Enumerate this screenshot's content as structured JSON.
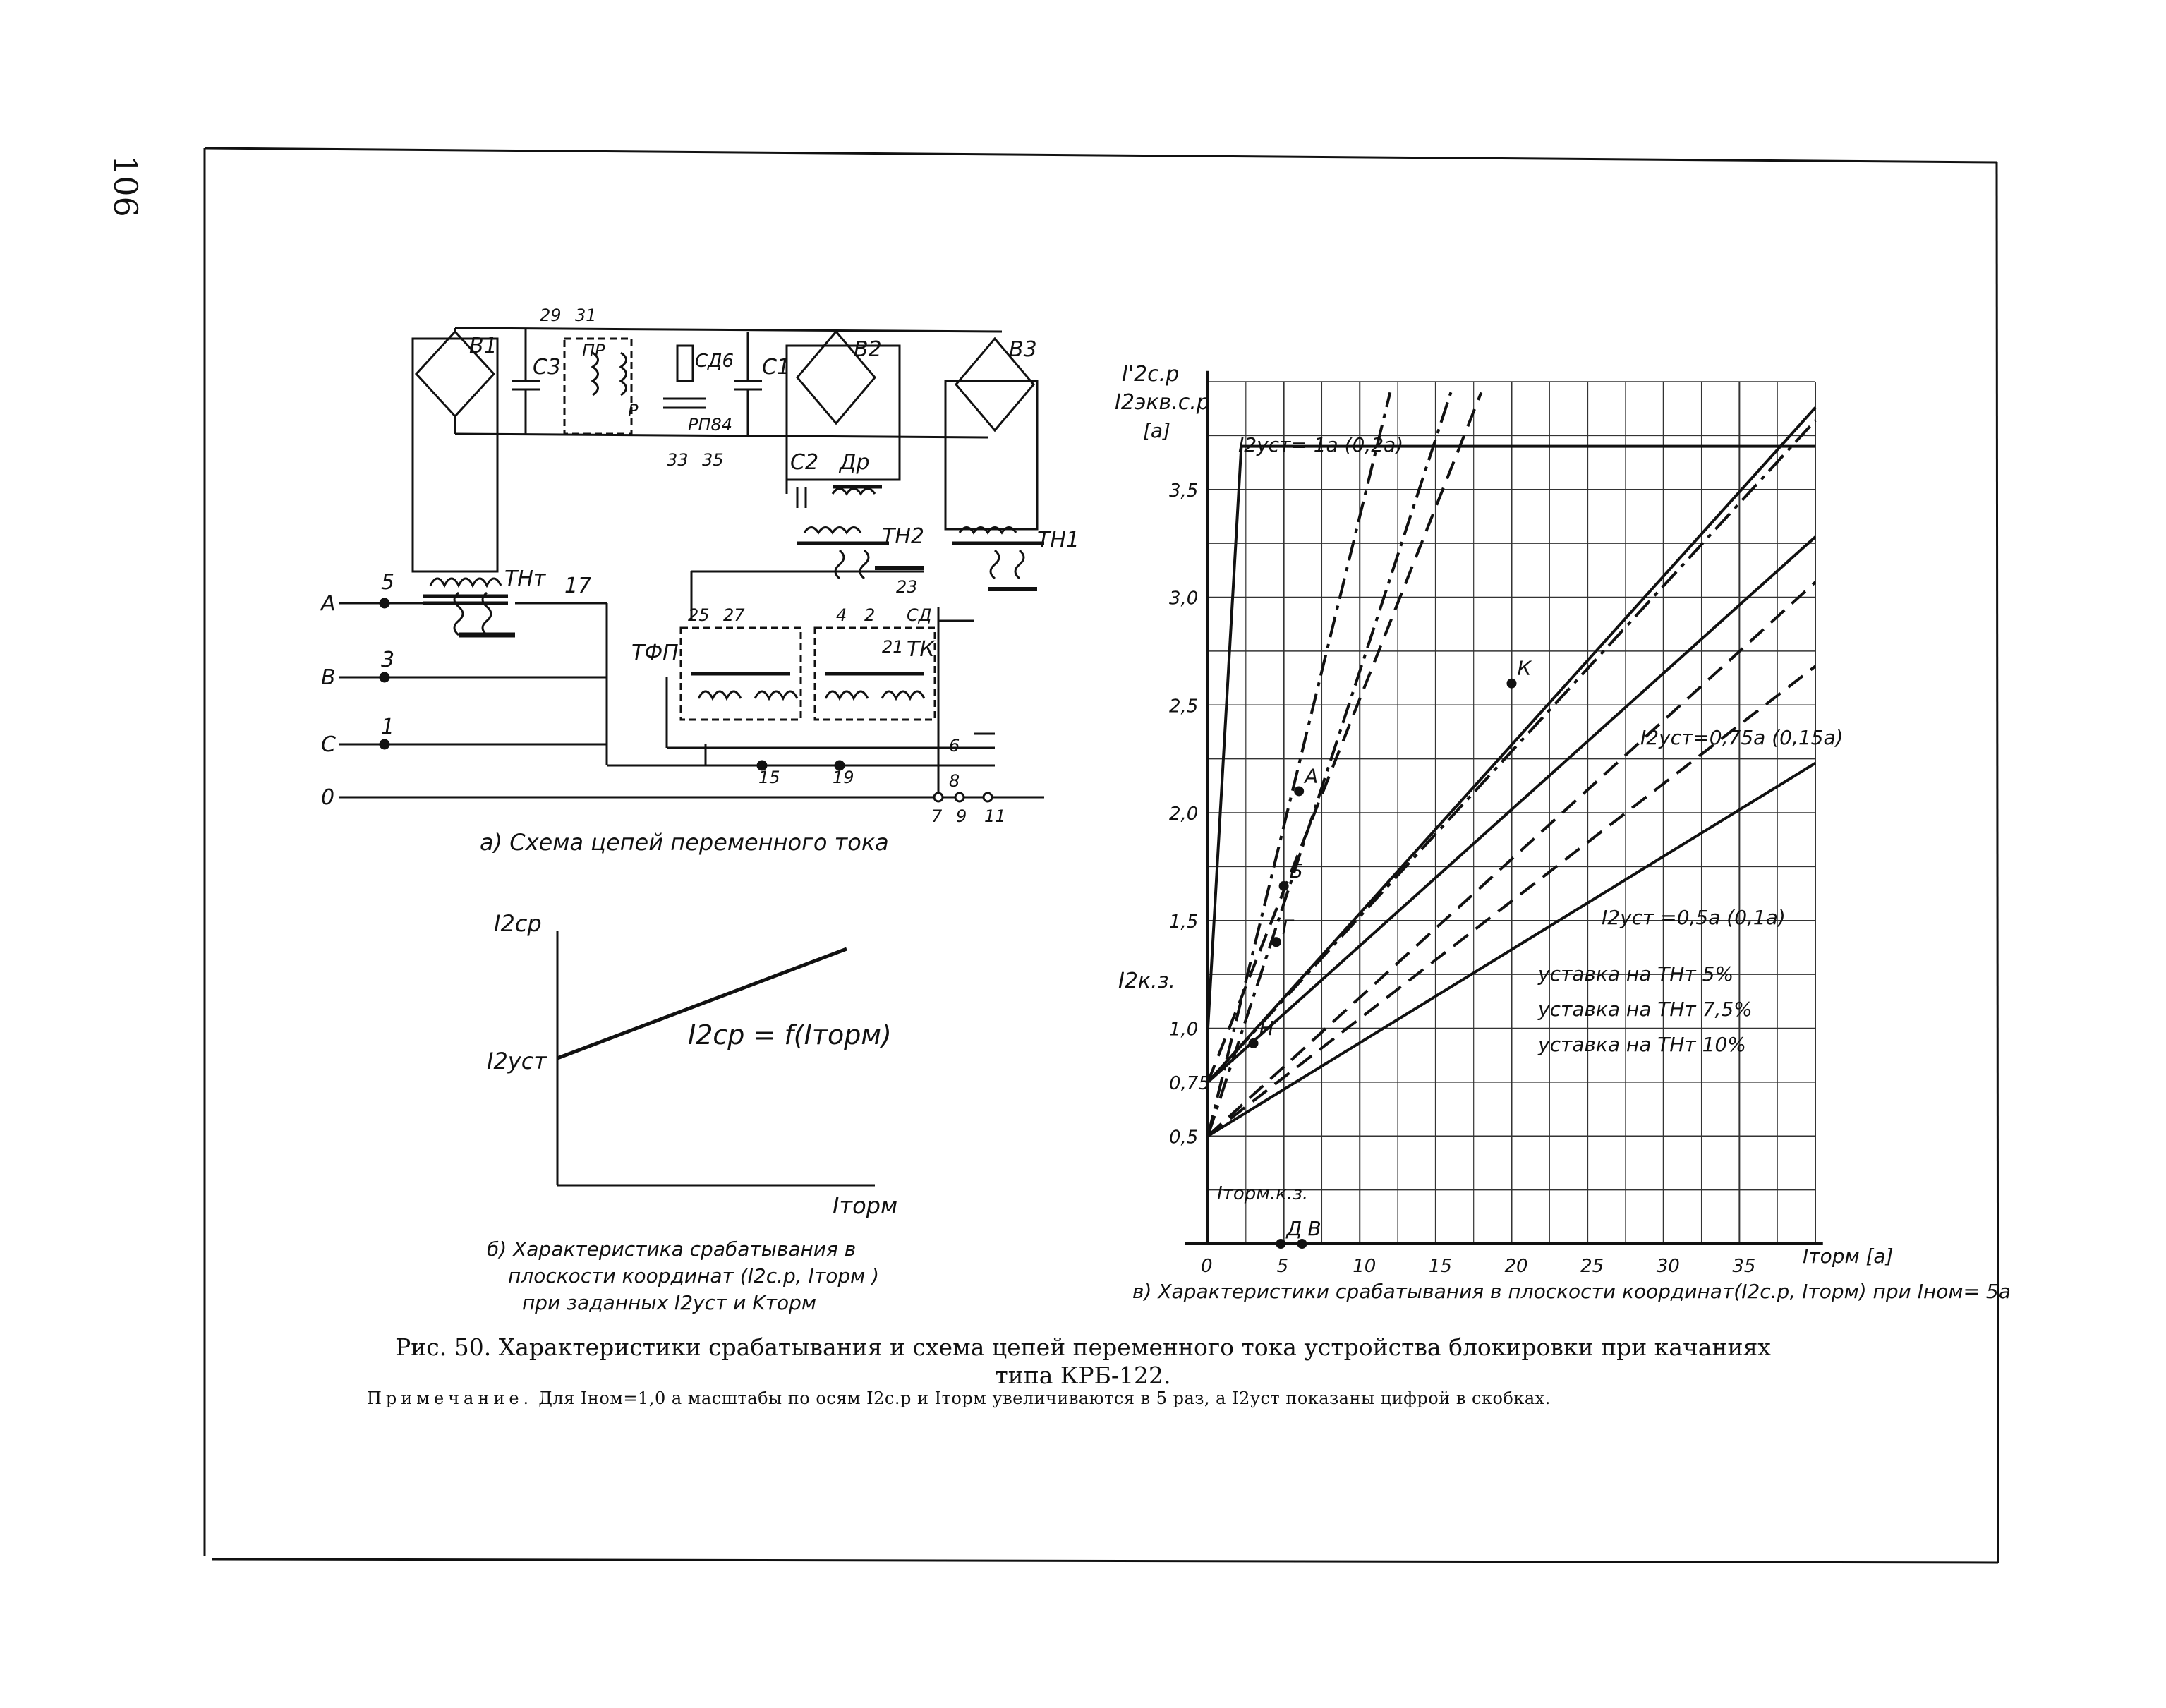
{
  "page_number": "106",
  "figure": {
    "caption_line1": "Рис. 50. Характеристики срабатывания и схема цепей переменного тока устройства  блокировки при качаниях",
    "caption_line2": "типа КРБ-122.",
    "note_label": "Примечание.",
    "note_text": "Для Iном=1,0 а масштабы по осям I2с.р и Iторм увеличиваются в 5 раз, а I2уст показаны цифрой в скобках."
  },
  "panel_a": {
    "caption": "а) Схема цепей переменного тока",
    "labels": {
      "phase_a": "А",
      "phase_b": "В",
      "phase_c": "С",
      "neutral": "0",
      "n5": "5",
      "n3": "3",
      "n1": "1",
      "n17": "17",
      "n29": "29",
      "n31": "31",
      "n33": "33",
      "n35": "35",
      "n15": "15",
      "n19": "19",
      "n23": "23",
      "n25": "25",
      "n27": "27",
      "n4": "4",
      "n2": "2",
      "n21": "21",
      "n6": "6",
      "n8": "8",
      "n7": "7",
      "n9": "9",
      "n11": "11",
      "b1": "В1",
      "b2": "В2",
      "b3": "В3",
      "c3": "С3",
      "c1": "С1",
      "c2": "С2",
      "pr": "ПР",
      "p": "Р",
      "sd6": "СД6",
      "rp": "РП84",
      "dr": "Др",
      "tn2": "ТН2",
      "tn1": "ТН1",
      "tnt": "ТНт",
      "tfp": "ТФП",
      "tk": "ТК",
      "sd": "СД"
    }
  },
  "panel_b": {
    "caption_line1": "б) Характеристика срабатывания в",
    "caption_line2": "плоскости координат (I2с.р, Iторм )",
    "caption_line3": "при заданных  I2уст  и  Kторм",
    "y_label": "I2ср",
    "y_tick": "I2уст",
    "x_label": "Iторм",
    "formula": "I2ср = f(Iторм)"
  },
  "chart_data": {
    "type": "line",
    "title": "",
    "caption": "в) Характеристики срабатывания в плоскости координат(I2с.р, Iторм) при Iном= 5а",
    "ylabel_line1": "I'2с.р",
    "ylabel_line2": "I2экв.с.р",
    "ylabel_unit": "[а]",
    "xlabel": "Iторм [а]",
    "xlim": [
      0,
      40
    ],
    "ylim": [
      0,
      4.0
    ],
    "x_ticks": [
      0,
      5,
      10,
      15,
      20,
      25,
      30,
      35
    ],
    "x_tick_labels": [
      "0",
      "5",
      "10",
      "15",
      "20",
      "25",
      "30",
      "35"
    ],
    "y_ticks": [
      0.5,
      0.75,
      1.0,
      1.5,
      2.0,
      2.5,
      3.0,
      3.5
    ],
    "y_tick_labels": [
      "0,5",
      "0,75",
      "1,0",
      "1,5",
      "2,0",
      "2,5",
      "3,0",
      "3,5"
    ],
    "grid": true,
    "series": [
      {
        "name": "I2уст= 1а (0,2а)",
        "style": "solid",
        "x": [
          0,
          2.2,
          11.5,
          40
        ],
        "y": [
          1.0,
          3.7,
          3.7,
          3.7
        ]
      },
      {
        "style": "solid",
        "x": [
          0,
          40
        ],
        "y": [
          0.75,
          3.88
        ]
      },
      {
        "style": "solid",
        "x": [
          0,
          40
        ],
        "y": [
          0.75,
          3.28
        ]
      },
      {
        "style": "solid",
        "x": [
          0,
          40
        ],
        "y": [
          0.5,
          2.23
        ]
      },
      {
        "style": "dashdot",
        "x": [
          0,
          40
        ],
        "y": [
          0.75,
          3.82
        ]
      },
      {
        "style": "dashed",
        "x": [
          0,
          40
        ],
        "y": [
          0.5,
          3.07
        ]
      },
      {
        "style": "dashed",
        "x": [
          0,
          40
        ],
        "y": [
          0.5,
          2.68
        ]
      },
      {
        "style": "dashed",
        "x": [
          0,
          18
        ],
        "y": [
          0.75,
          3.95
        ]
      },
      {
        "style": "dashdot",
        "x": [
          0,
          16
        ],
        "y": [
          0.5,
          3.95
        ]
      },
      {
        "style": "dashdot",
        "x": [
          0,
          12
        ],
        "y": [
          0.5,
          3.95
        ]
      }
    ],
    "points": [
      {
        "label": "А",
        "x": 6,
        "y": 2.1
      },
      {
        "label": "Б",
        "x": 5,
        "y": 1.66
      },
      {
        "label": "Г",
        "x": 4.5,
        "y": 1.4
      },
      {
        "label": "Н",
        "x": 3,
        "y": 0.93
      },
      {
        "label": "К",
        "x": 20,
        "y": 2.6
      },
      {
        "label": "Д",
        "x": 4.8,
        "y": 0
      },
      {
        "label": "В",
        "x": 6.2,
        "y": 0
      }
    ],
    "annotations": {
      "i2kz": "I2к.з.",
      "itorm_kz": "Iторм.к.з.",
      "set_1a": "I2уст= 1а (0,2а)",
      "set_075": "I2уст=0,75а (0,15а)",
      "set_05": "I2уст =0,5а (0,1а)",
      "tn5": "уставка на ТНт 5%",
      "tn75": "уставка на ТНт 7,5%",
      "tn10": "уставка на ТНт 10%"
    }
  }
}
